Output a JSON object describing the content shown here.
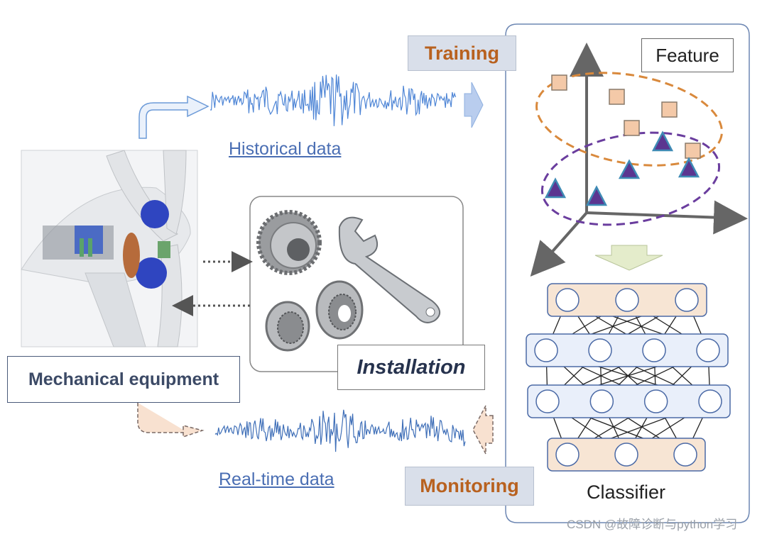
{
  "labels": {
    "training": "Training",
    "feature": "Feature",
    "historical": "Historical data",
    "mechanical": "Mechanical equipment",
    "installation": "Installation",
    "realtime": "Real-time data",
    "monitoring": "Monitoring",
    "classifier": "Classifier",
    "watermark": "CSDN @故障诊断与python学习"
  },
  "colors": {
    "cluster_orange": "#d9893c",
    "cluster_purple": "#6a3d9e",
    "square_fill": "#f4c9a8",
    "triangle_fill": "#5b3590",
    "signal_blue": "#4f86d6",
    "label_orange": "#b8611f",
    "panel_border": "#6d87b3"
  },
  "icons": {
    "equipment": "wind-turbine-nacelle-icon",
    "tools": "gear-bearing-wrench-icon"
  },
  "network": {
    "layers": [
      3,
      4,
      4,
      3
    ]
  }
}
